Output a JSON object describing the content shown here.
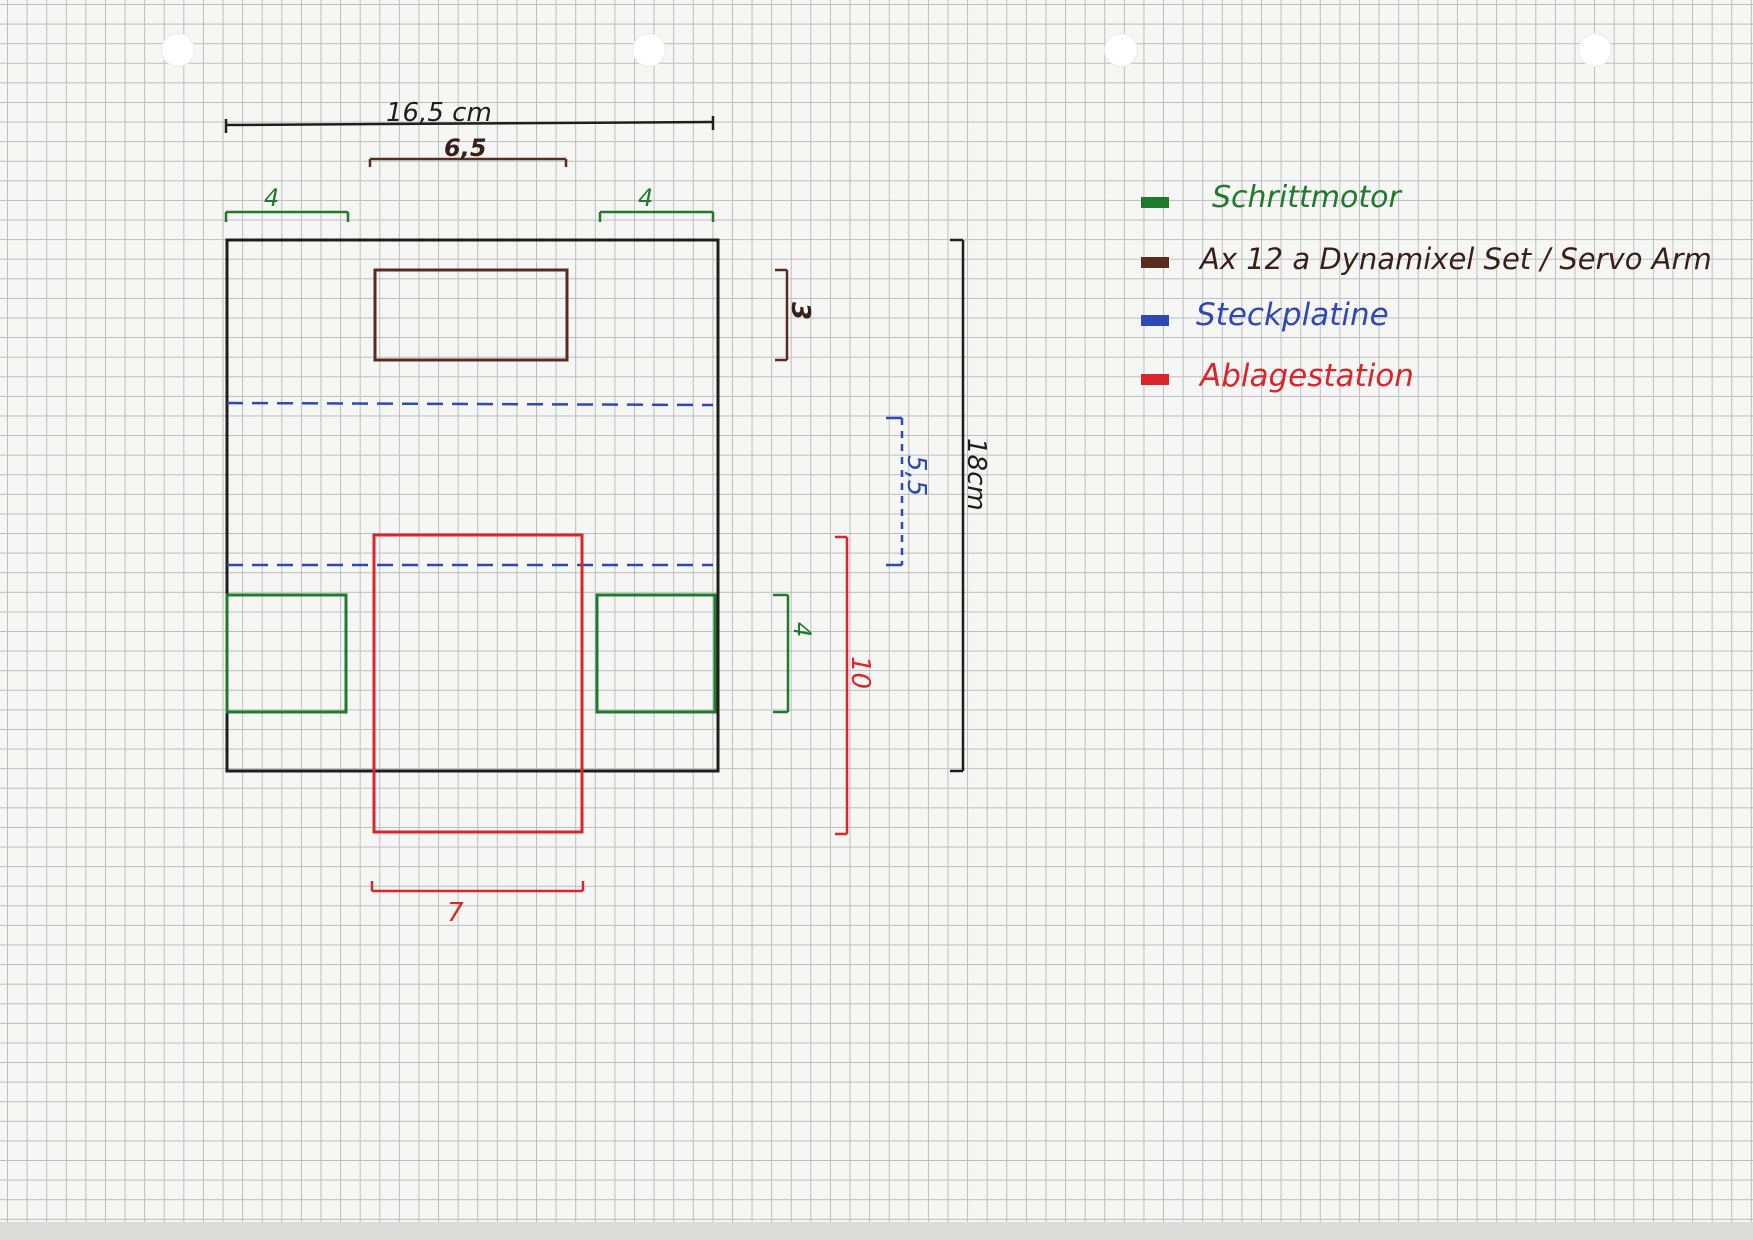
{
  "colors": {
    "outline": "#1e1e1e",
    "stepper": "#1f7a2b",
    "servo": "#5a2c20",
    "breadboard": "#2f49b4",
    "dropoff": "#d8262a"
  },
  "dimensions": {
    "total_width": "16,5 cm",
    "servo_width": "6,5",
    "stepper_left_width": "4",
    "stepper_right_width": "4",
    "servo_height": "3",
    "breadboard_gap": "5,5",
    "total_height": "18cm",
    "stepper_height": "4",
    "dropoff_height": "10",
    "dropoff_width": "7"
  },
  "legend": [
    {
      "label": "Schrittmotor",
      "color": "#1f7a2b"
    },
    {
      "label": "Ax 12 a Dynamixel Set / Servo Arm",
      "color": "#5a2c20"
    },
    {
      "label": "Steckplatine",
      "color": "#2f49b4"
    },
    {
      "label": "Ablagestation",
      "color": "#d8262a"
    }
  ]
}
